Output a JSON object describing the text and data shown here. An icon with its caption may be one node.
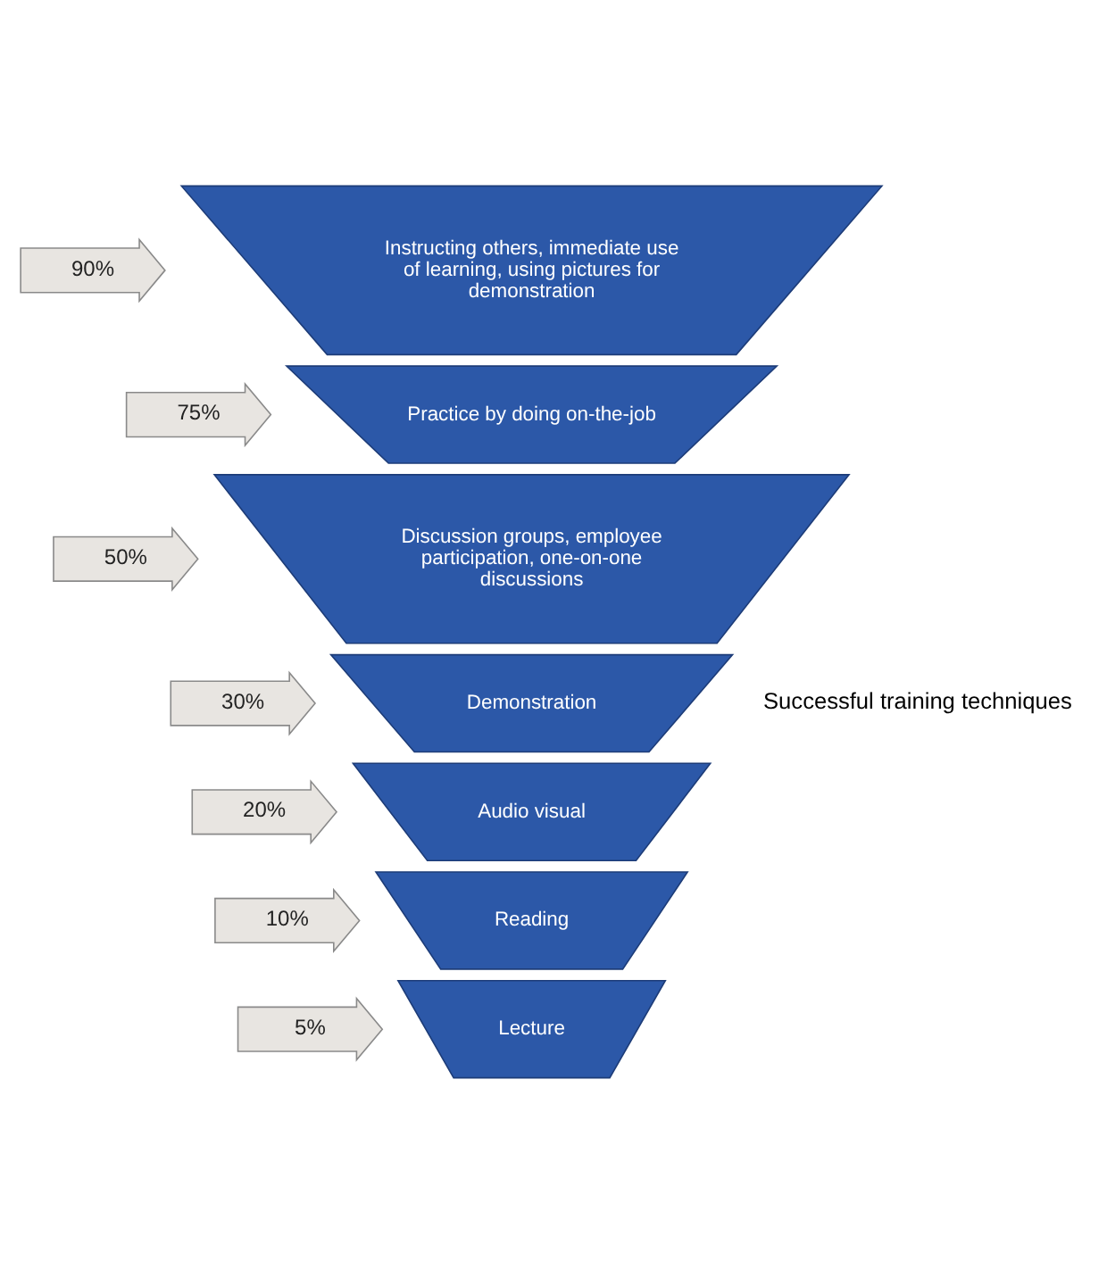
{
  "diagram": {
    "nodes": [
      {
        "text": [
          "90%"
        ]
      },
      {
        "text": [
          "Instructing others, immediate use of learning, using pictures for demonstration"
        ]
      },
      {
        "text": [
          "75%"
        ]
      },
      {
        "text": [
          "Practice by doing on-the-job"
        ]
      },
      {
        "text": [
          "50%"
        ]
      },
      {
        "text": [
          "Discussion groups, employee participation, one-on-one discussions"
        ]
      },
      {
        "text": [
          "30%"
        ]
      },
      {
        "text": [
          "Demonstration"
        ]
      },
      {
        "text": [
          "20%"
        ]
      },
      {
        "text": [
          "Audio visual"
        ]
      },
      {
        "text": [
          "10%"
        ]
      },
      {
        "text": [
          "Reading"
        ]
      },
      {
        "text": [
          "5%"
        ]
      },
      {
        "text": [
          "Lecture"
        ]
      }
    ],
    "labels": [
      "Successful training techniques"
    ]
  }
}
